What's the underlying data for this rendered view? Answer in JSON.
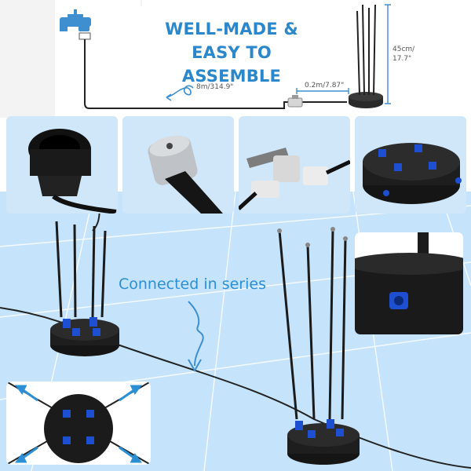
{
  "headline": {
    "line1": "WELL-MADE &",
    "line2": "EASY TO ASSEMBLE"
  },
  "measurements": {
    "hose_length": "8m/314.9\"",
    "connector_length": "0.2m/7.87\"",
    "height_line1": "45cm/",
    "height_line2": "17.7\""
  },
  "caption": "Connected in series",
  "colors": {
    "accent": "#2b87cc",
    "panel_blue": "#c5e4fb",
    "card_blue": "#cfe7f9",
    "fitting_blue": "#1f4fd1",
    "product_black": "#1b1b1b"
  },
  "icons": [
    "faucet-icon",
    "arrow-down-icon",
    "curl-arrow-icon",
    "expand-arrow-icon"
  ]
}
